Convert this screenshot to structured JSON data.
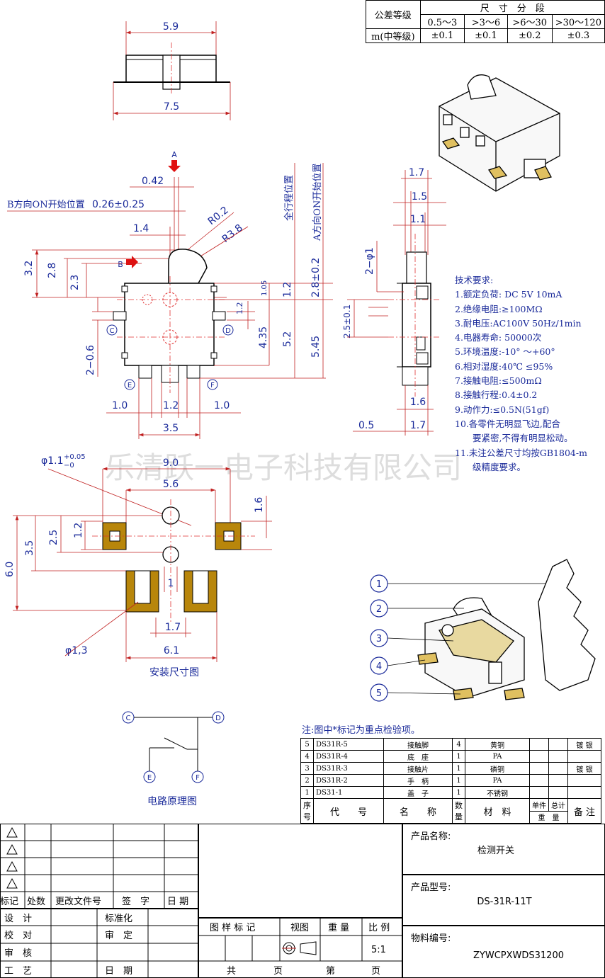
{
  "tolerance_table": {
    "header_left": "公差等级",
    "header_right": "尺　寸　分　段",
    "ranges": [
      "0.5～3",
      ">3～6",
      ">6～30",
      ">30～120"
    ],
    "row_label": "m(中等级)",
    "values": [
      "±0.1",
      "±0.1",
      "±0.2",
      "±0.3"
    ]
  },
  "top_view": {
    "dim_top": "5.9",
    "dim_bottom": "7.5"
  },
  "front_view": {
    "arrow_a": "A",
    "arrow_b": "B",
    "d_042": "0.42",
    "b_on_start": "B方向ON开始位置",
    "d_026": "0.26±0.25",
    "d_14": "1.4",
    "r02": "R0.2",
    "r38": "R3.8",
    "full_travel": "全行程位置",
    "a_on_start": "A方向ON开始位置",
    "d_32": "3.2",
    "d_28": "2.8",
    "d_23": "2.3",
    "d_105": "1.05",
    "d_12v": "1.2",
    "d_12s": "1.2",
    "d_28pm": "2.8±0.2",
    "d_435": "4.35",
    "d_52": "5.2",
    "d_545": "5.45",
    "d_206": "2−0.6",
    "c": "C",
    "d": "D",
    "e": "E",
    "f": "F",
    "d_10a": "1.0",
    "d_12h": "1.2",
    "d_10b": "1.0",
    "d_35": "3.5"
  },
  "side_view": {
    "d_17": "1.7",
    "d_15": "1.5",
    "d_11": "1.1",
    "d_2phi1": "2−φ1",
    "d_25": "2.5±0.1",
    "d_16": "1.6",
    "d_05": "0.5",
    "d_17b": "1.7"
  },
  "tech_requirements": {
    "title": "技术要求:",
    "items": [
      "1.额定负荷: DC 5V 10mA",
      "2.绝缘电阻:≥100MΩ",
      "3.耐电压:AC100V 50Hz/1min",
      "4.电器寿命: 50000次",
      "5.环境温度:-10° ～+60°",
      "6.相对湿度:40℃ ≤95%",
      "7.接触电阻:≤500mΩ",
      "8.接触行程:0.4±0.2",
      "9.动作力:≤0.5N(51gf)",
      "10.各零件无明显飞边,配合",
      "　　要紧密,不得有明显松动。",
      "11.未注公差尺寸均按GB1804-m",
      "　　级精度要求。"
    ]
  },
  "watermark": "乐清跃一电子科技有限公司",
  "mount_view": {
    "phi11": "φ1.1",
    "tol_up": "+0.05",
    "tol_dn": "−0",
    "d_90": "9.0",
    "d_56": "5.6",
    "d_16": "1.6",
    "d_12": "1.2",
    "d_35": "3.5",
    "d_25": "2.5",
    "d_60": "6.0",
    "d_1": "1",
    "d_17": "1.7",
    "phi13": "φ1,3",
    "d_61": "6.1",
    "caption": "安装尺寸图"
  },
  "circuit": {
    "c": "C",
    "d": "D",
    "e": "E",
    "f": "F",
    "caption": "电路原理图"
  },
  "exploded": {
    "callouts": [
      "1",
      "2",
      "3",
      "4",
      "5"
    ]
  },
  "note": "注:图中*标记为重点检验项。",
  "bom": {
    "rows": [
      {
        "no": "5",
        "code": "DS31R-5",
        "name": "接触脚",
        "qty": "4",
        "material": "黄铜",
        "remark": "镀 银"
      },
      {
        "no": "4",
        "code": "DS31R-4",
        "name": "底　座",
        "qty": "1",
        "material": "PA",
        "remark": ""
      },
      {
        "no": "3",
        "code": "DS31R-3",
        "name": "接触片",
        "qty": "1",
        "material": "磷铜",
        "remark": "镀 银"
      },
      {
        "no": "2",
        "code": "DS31R-2",
        "name": "手　柄",
        "qty": "1",
        "material": "PA",
        "remark": ""
      },
      {
        "no": "1",
        "code": "DS31-1",
        "name": "盖　子",
        "qty": "1",
        "material": "不锈钢",
        "remark": ""
      }
    ],
    "header": {
      "no": "序号",
      "code": "代　　号",
      "name": "名　　称",
      "qty": "数量",
      "material": "材　料",
      "unit": "单件",
      "total": "总计",
      "weight": "重　量",
      "remark": "备 注"
    }
  },
  "title_block": {
    "rev_labels": [
      "标记",
      "处数",
      "更改文件号",
      "签　字",
      "日 期"
    ],
    "rows": [
      {
        "a": "设　计",
        "b": "标准化"
      },
      {
        "a": "校　对",
        "b": "审　定"
      },
      {
        "a": "审　核",
        "b": ""
      },
      {
        "a": "工　艺",
        "b": "日　期"
      }
    ],
    "drawing_mark": "图 样 标 记",
    "view": "视图",
    "weight": "重 量",
    "scale": "比 例",
    "scale_value": "5:1",
    "total": "共",
    "page": "页",
    "sheet": "第",
    "sheet_page": "页",
    "product_name_label": "产品名称:",
    "product_name": "检测开关",
    "product_model_label": "产品型号:",
    "product_model": "DS-31R-11T",
    "material_no_label": "物料编号:",
    "material_no": "ZYWCPXWDS31200"
  },
  "colors": {
    "dim": "#1a2a9a",
    "center": "#e03030",
    "pad": "#b8860b",
    "marker": "#e01010"
  }
}
